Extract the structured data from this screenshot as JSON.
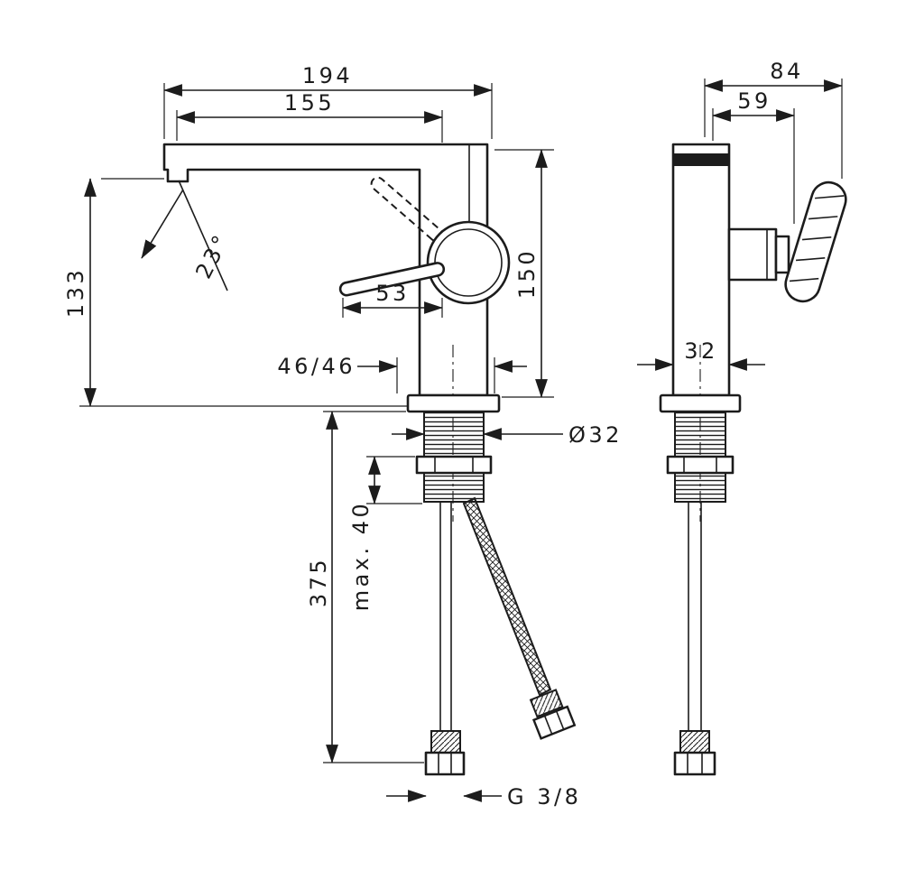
{
  "drawing": {
    "front": {
      "total_depth": "194",
      "spout_reach": "155",
      "spout_height": "133",
      "spray_angle": "23°",
      "handle_length": "53",
      "body_height": "150",
      "hose_offsets": "46/46",
      "shank_diameter": "Ø32",
      "max_mounting_thickness": "max. 40",
      "hose_length": "375",
      "connection_thread": "G 3/8"
    },
    "side": {
      "total_width": "84",
      "handle_offset": "59",
      "body_width": "32"
    },
    "line_color": "#1c1c1c",
    "background_color": "#ffffff"
  }
}
